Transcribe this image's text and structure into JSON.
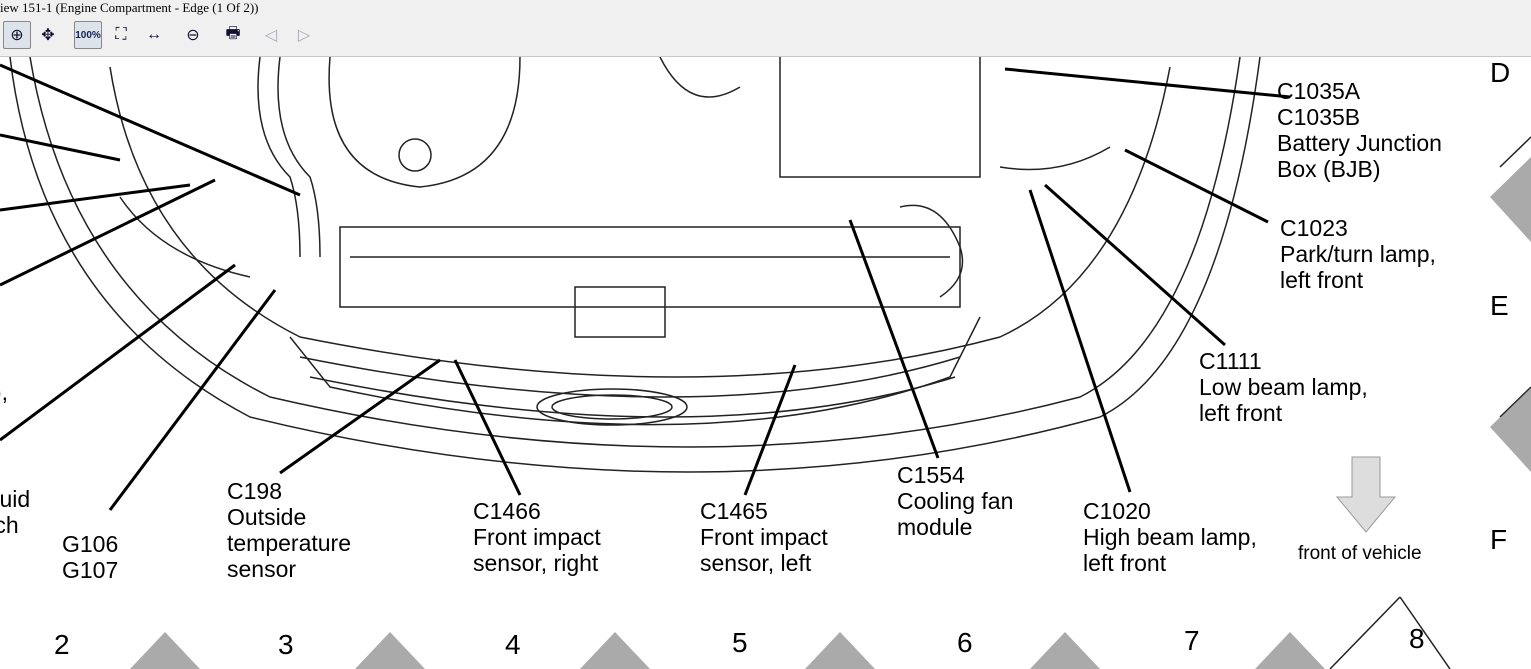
{
  "window": {
    "title": "iew 151-1 (Engine Compartment - Edge (1 Of 2))"
  },
  "toolbar": {
    "buttons": [
      {
        "name": "zoom-in",
        "glyph": "⊕"
      },
      {
        "name": "pan",
        "glyph": "✥"
      },
      {
        "name": "zoom-100",
        "glyph": "100%"
      },
      {
        "name": "zoom-fit",
        "glyph": "⛶"
      },
      {
        "name": "zoom-width",
        "glyph": "↔"
      },
      {
        "name": "zoom-out",
        "glyph": "⊖"
      },
      {
        "name": "print",
        "glyph": "🖶"
      },
      {
        "name": "previous-view",
        "glyph": "◁"
      },
      {
        "name": "next-view",
        "glyph": "▷"
      }
    ]
  },
  "labels": {
    "bjb": [
      "C1035A",
      "C1035B",
      "Battery Junction",
      "Box (BJB)"
    ],
    "c1023": [
      "C1023",
      "Park/turn lamp,",
      "left front"
    ],
    "c1111": [
      "C1111",
      "Low beam lamp,",
      "left front"
    ],
    "c1554": [
      "C1554",
      "Cooling fan",
      "module"
    ],
    "c1020": [
      "C1020",
      "High beam lamp,",
      "left front"
    ],
    "c1465": [
      "C1465",
      "Front impact",
      "sensor, left"
    ],
    "c1466": [
      "C1466",
      "Front impact",
      "sensor, right"
    ],
    "c198": [
      "C198",
      "Outside",
      "temperature",
      "sensor"
    ],
    "g106": [
      "G106",
      "G107"
    ],
    "fluid": [
      "fluid",
      "tch"
    ],
    "partial": "),",
    "front": "front of vehicle"
  },
  "grid": {
    "rows": [
      "D",
      "E",
      "F"
    ],
    "cols": [
      "2",
      "3",
      "4",
      "5",
      "6",
      "7",
      "8"
    ]
  }
}
